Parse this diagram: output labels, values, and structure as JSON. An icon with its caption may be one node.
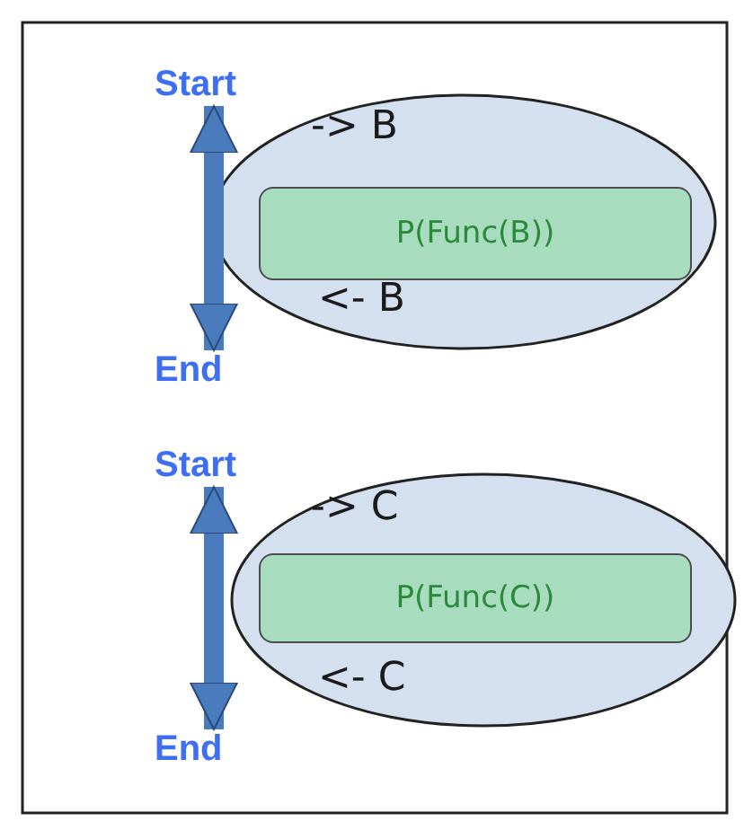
{
  "diagram": {
    "nodes": [
      {
        "text": [
          "Start"
        ]
      },
      {
        "text": [
          "End"
        ]
      },
      {
        "text": [
          "-> B",
          "<- B"
        ]
      },
      {
        "text": [
          "P(Func(B))"
        ],
        "in": 2
      },
      {
        "text": [
          "Start"
        ]
      },
      {
        "text": [
          "End"
        ]
      },
      {
        "text": [
          "-> C",
          "<- C"
        ]
      },
      {
        "text": [
          "P(Func(C))"
        ],
        "in": 6
      }
    ],
    "edges": [
      {
        "from": 0,
        "to": 1,
        "arrow": "both"
      },
      {
        "from": 4,
        "to": 5,
        "arrow": "both"
      }
    ]
  }
}
